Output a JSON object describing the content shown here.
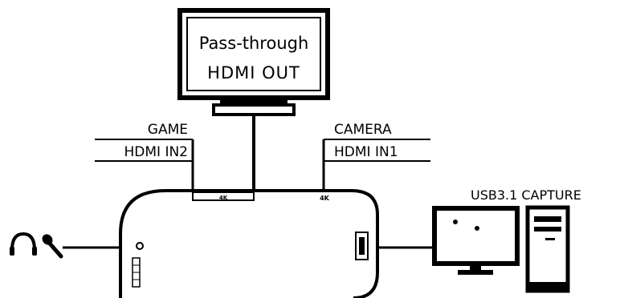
{
  "monitor": {
    "line1": "Pass-through",
    "line2": "HDMI OUT"
  },
  "game": {
    "name": "GAME",
    "port": "HDMI IN2"
  },
  "camera": {
    "name": "CAMERA",
    "port": "HDMI IN1"
  },
  "capture": {
    "label": "USB3.1 CAPTURE"
  },
  "port_badges": {
    "in2": "4K",
    "in1": "4K"
  },
  "icons": [
    "headphones-icon",
    "microphone-icon",
    "monitor-icon",
    "computer-tower-icon"
  ]
}
